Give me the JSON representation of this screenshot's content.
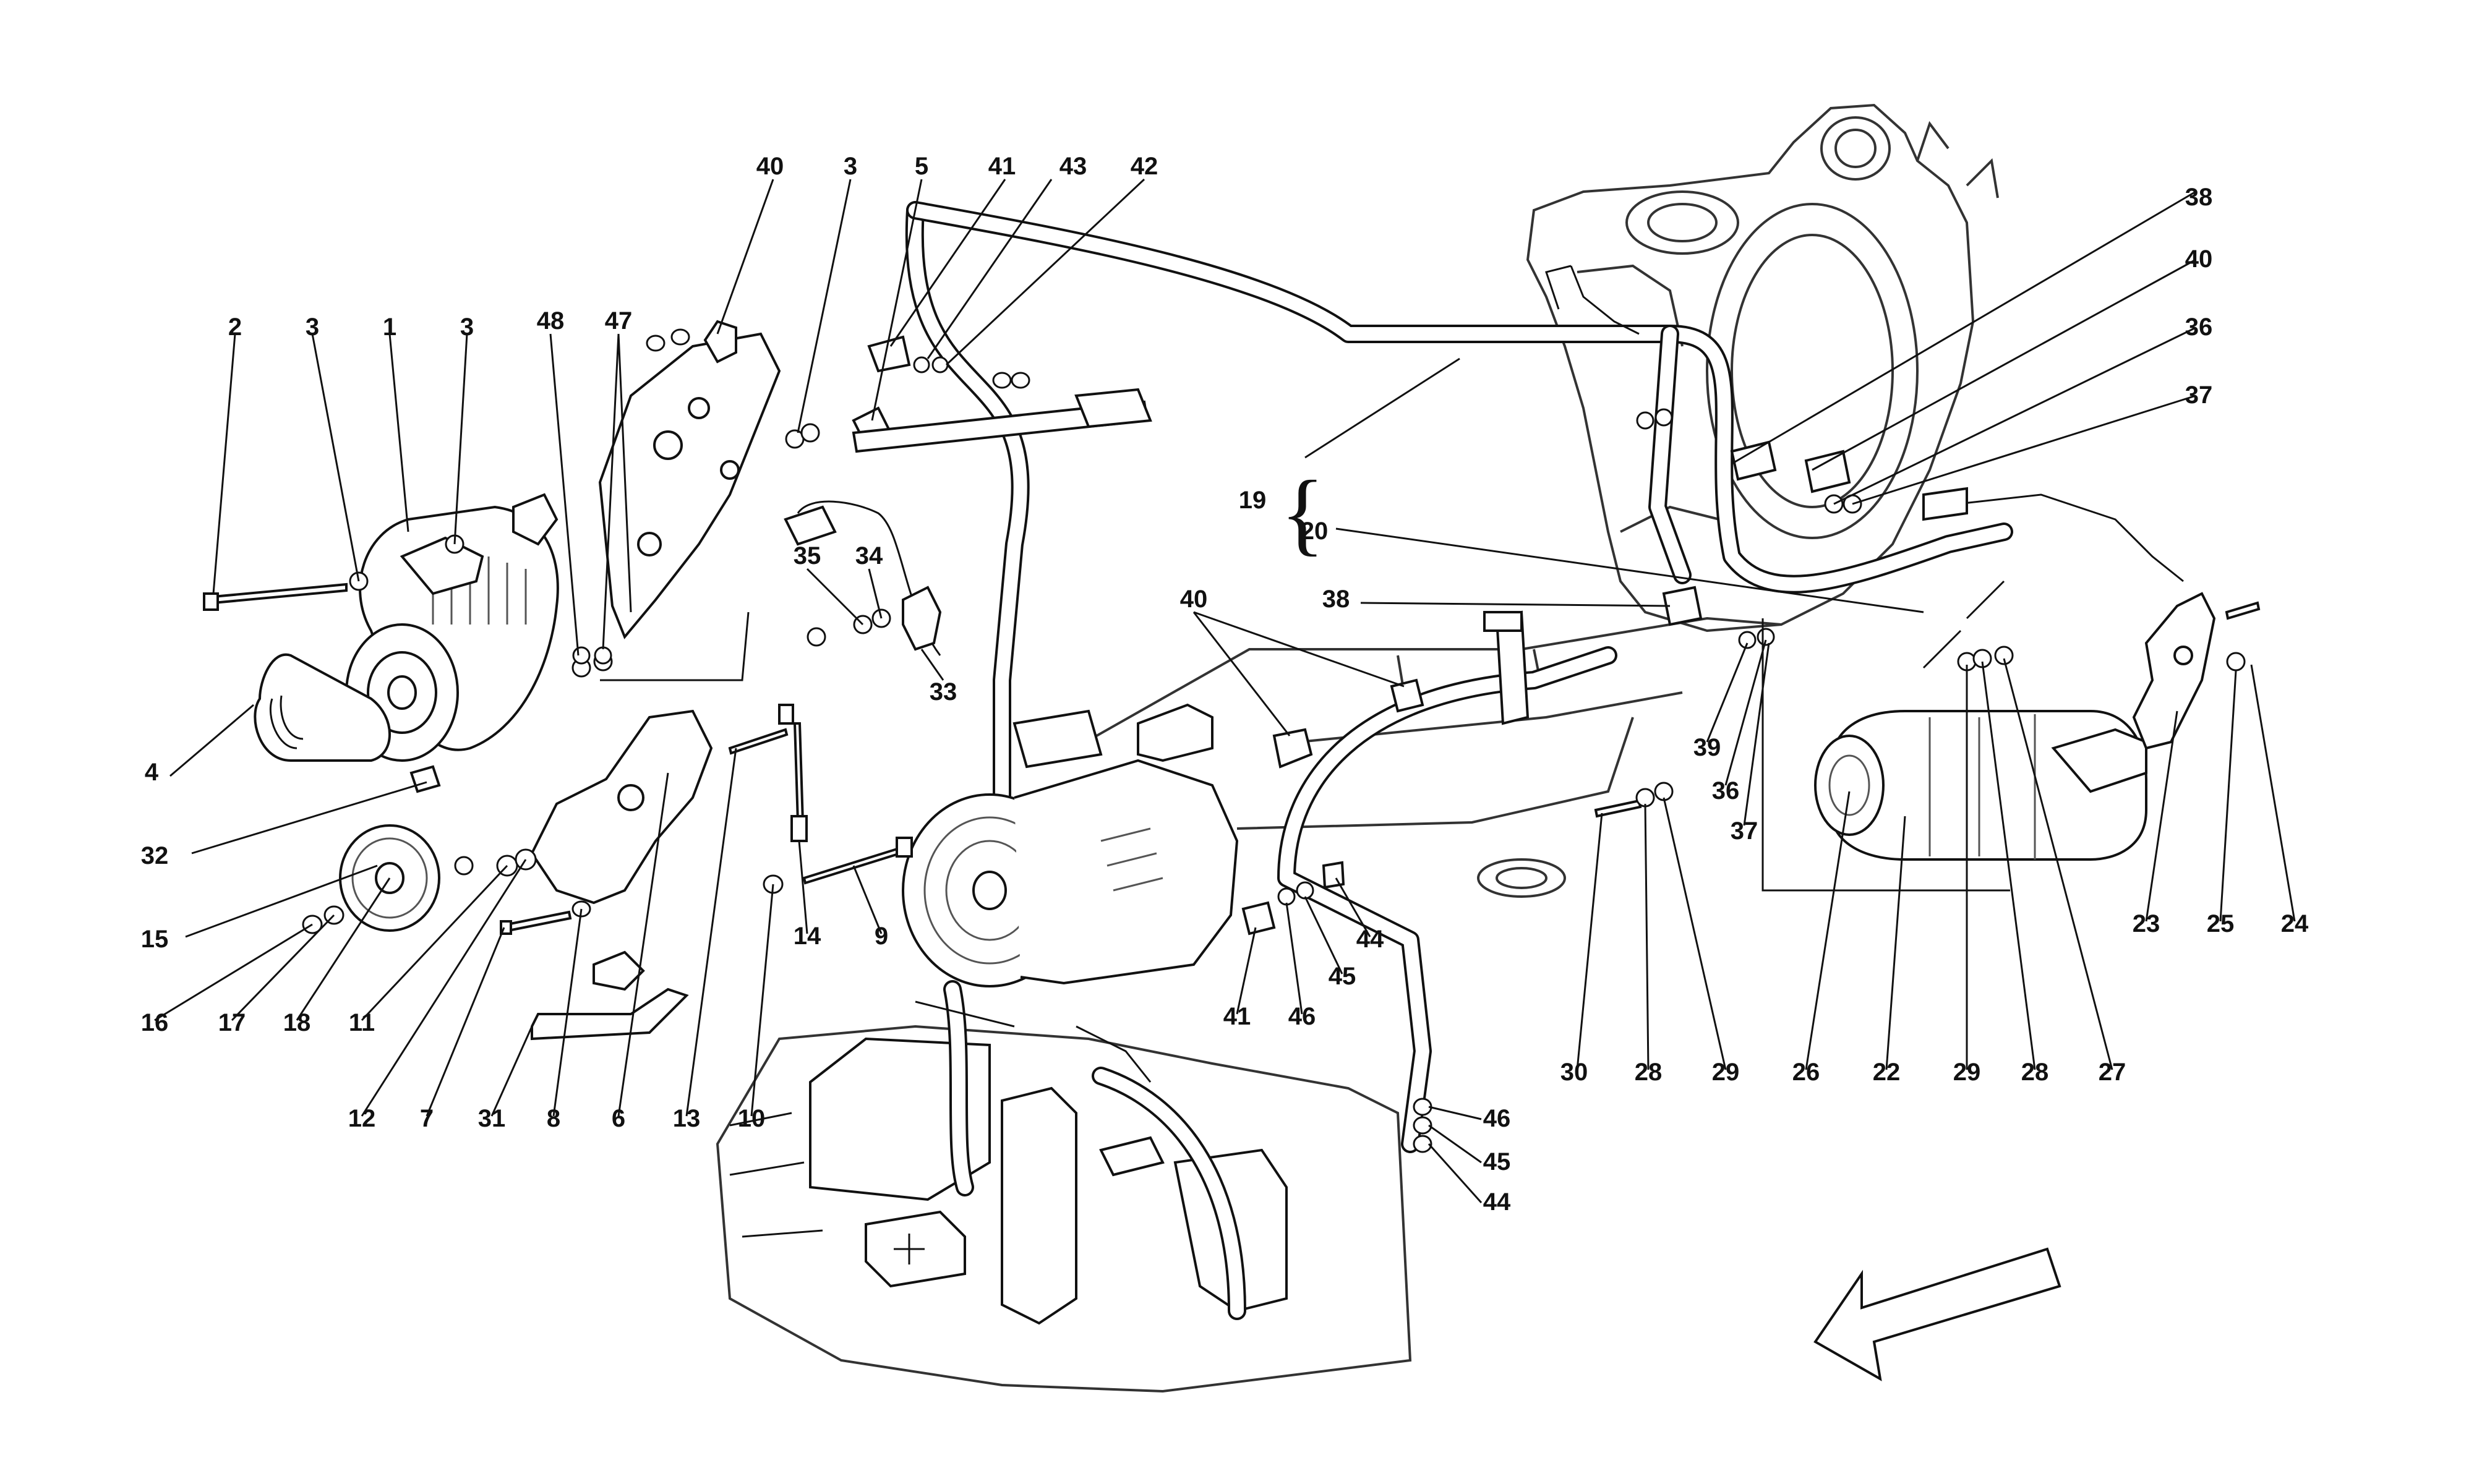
{
  "diagram": {
    "labels": [
      "40",
      "3",
      "5",
      "41",
      "43",
      "42",
      "38",
      "40",
      "36",
      "37",
      "2",
      "3",
      "1",
      "3",
      "48",
      "47",
      "19",
      "20",
      "35",
      "34",
      "33",
      "40",
      "38",
      "4",
      "39",
      "36",
      "37",
      "32",
      "15",
      "16",
      "17",
      "18",
      "11",
      "14",
      "9",
      "41",
      "46",
      "45",
      "44",
      "30",
      "28",
      "29",
      "26",
      "22",
      "29",
      "28",
      "27",
      "23",
      "25",
      "24",
      "12",
      "7",
      "31",
      "8",
      "6",
      "13",
      "10",
      "46",
      "45",
      "44"
    ],
    "brace_glyph": "{",
    "colors": {
      "ink": "#111111",
      "paper": "#ffffff"
    },
    "icons": [
      "alternator-icon",
      "compressor-icon",
      "starter-motor-icon",
      "battery-icon",
      "gearbox-housing-icon",
      "direction-arrow-icon"
    ]
  }
}
